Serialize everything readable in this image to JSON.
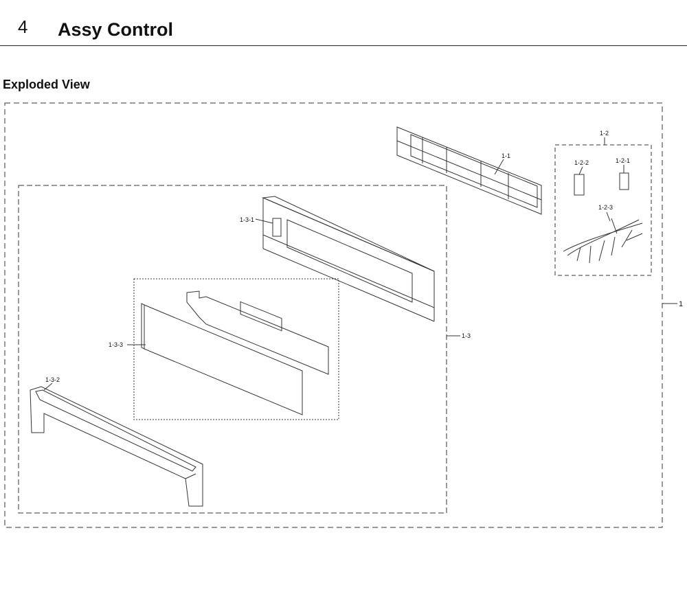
{
  "section": {
    "number": "4",
    "title": "Assy Control"
  },
  "subtitle": "Exploded View",
  "callouts": {
    "assembly": "1",
    "display_pcb": "1-1",
    "pcb_group": "1-2",
    "pcb_a": "1-2-1",
    "pcb_b": "1-2-2",
    "harness": "1-2-3",
    "panel_group": "1-3",
    "panel_frame": "1-3-1",
    "handle": "1-3-2",
    "overlay": "1-3-3"
  }
}
